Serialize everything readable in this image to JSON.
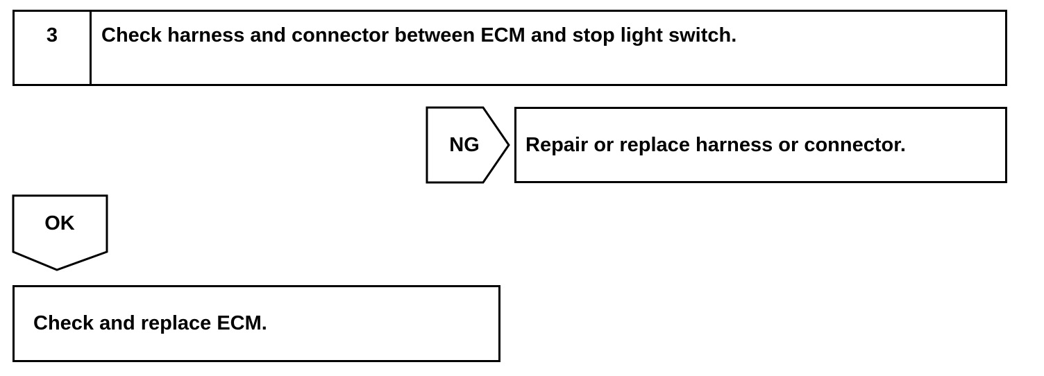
{
  "step": {
    "number": "3",
    "title": "Check harness and connector between ECM and stop light switch."
  },
  "ng_branch": {
    "tag": "NG",
    "result": "Repair or replace harness or connector."
  },
  "ok_branch": {
    "tag": "OK",
    "result": "Check and replace ECM."
  },
  "colors": {
    "line": "#000000",
    "background": "#ffffff"
  }
}
